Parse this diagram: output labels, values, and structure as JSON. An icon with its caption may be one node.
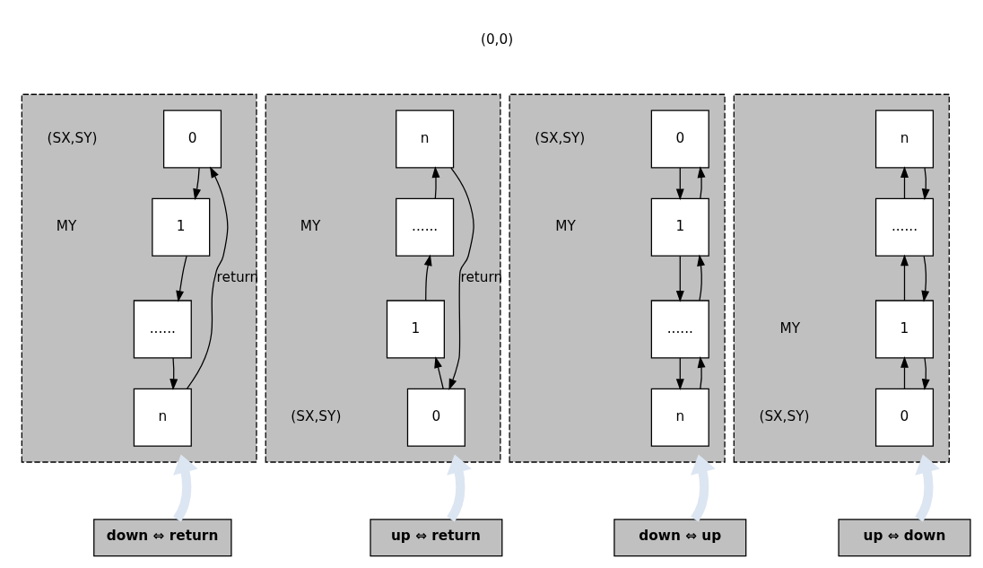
{
  "diagram": {
    "nodes": [
      {
        "text": [],
        "shape": "box"
      },
      {
        "text": [
          "0"
        ],
        "in": 0
      },
      {
        "text": [
          "1"
        ],
        "in": 0
      },
      {
        "text": [
          "......"
        ],
        "in": 0
      },
      {
        "text": [
          "n"
        ],
        "in": 0
      },
      {
        "text": [],
        "shape": "box"
      },
      {
        "text": [
          "n"
        ],
        "in": 5
      },
      {
        "text": [
          "......"
        ],
        "in": 5
      },
      {
        "text": [
          "1"
        ],
        "in": 5
      },
      {
        "text": [
          "0"
        ],
        "in": 5
      },
      {
        "text": [],
        "shape": "box"
      },
      {
        "text": [
          "0"
        ],
        "in": 10
      },
      {
        "text": [
          "1"
        ],
        "in": 10
      },
      {
        "text": [
          "......"
        ],
        "in": 10
      },
      {
        "text": [
          "n"
        ],
        "in": 10
      },
      {
        "text": [],
        "shape": "box"
      },
      {
        "text": [
          "n"
        ],
        "in": 15
      },
      {
        "text": [
          "......"
        ],
        "in": 15
      },
      {
        "text": [
          "1"
        ],
        "in": 15
      },
      {
        "text": [
          "0"
        ],
        "in": 15
      },
      {
        "text": [
          "down ⇔ return"
        ]
      },
      {
        "text": [
          "up ⇔ return"
        ]
      },
      {
        "text": [
          "down ⇔ up"
        ]
      },
      {
        "text": [
          "up ⇔ down"
        ]
      }
    ],
    "edges": [
      {
        "from": 1,
        "to": 2,
        "arrow": "to"
      },
      {
        "from": 2,
        "to": 3,
        "arrow": "to"
      },
      {
        "from": 3,
        "to": 4,
        "arrow": "to"
      },
      {
        "from": 4,
        "to": 1,
        "arrow": "to",
        "label": "return"
      },
      {
        "from": 20,
        "to": 0,
        "arrow": "to",
        "style": "thick",
        "color": "#dce6f2"
      },
      {
        "from": 9,
        "to": 8,
        "arrow": "to"
      },
      {
        "from": 8,
        "to": 7,
        "arrow": "to"
      },
      {
        "from": 7,
        "to": 6,
        "arrow": "to"
      },
      {
        "from": 6,
        "to": 9,
        "arrow": "to",
        "label": "return"
      },
      {
        "from": 21,
        "to": 5,
        "arrow": "to",
        "style": "thick",
        "color": "#dce6f2"
      },
      {
        "from": 11,
        "to": 12,
        "arrow": "to"
      },
      {
        "from": 12,
        "to": 11,
        "arrow": "to"
      },
      {
        "from": 12,
        "to": 13,
        "arrow": "to"
      },
      {
        "from": 13,
        "to": 12,
        "arrow": "to"
      },
      {
        "from": 13,
        "to": 14,
        "arrow": "to"
      },
      {
        "from": 14,
        "to": 13,
        "arrow": "to"
      },
      {
        "from": 22,
        "to": 10,
        "arrow": "to",
        "style": "thick",
        "color": "#dce6f2"
      },
      {
        "from": 17,
        "to": 16,
        "arrow": "to"
      },
      {
        "from": 16,
        "to": 17,
        "arrow": "to"
      },
      {
        "from": 18,
        "to": 17,
        "arrow": "to"
      },
      {
        "from": 17,
        "to": 18,
        "arrow": "to"
      },
      {
        "from": 19,
        "to": 18,
        "arrow": "to"
      },
      {
        "from": 18,
        "to": 19,
        "arrow": "to"
      },
      {
        "from": 23,
        "to": 15,
        "arrow": "to",
        "style": "thick",
        "color": "#dce6f2"
      }
    ],
    "labels": [
      "(0,0)",
      "(SX,SY)",
      "MY",
      "MY",
      "(SX,SY)",
      "(SX,SY)",
      "MY",
      "MY",
      "(SX,SY)"
    ]
  }
}
